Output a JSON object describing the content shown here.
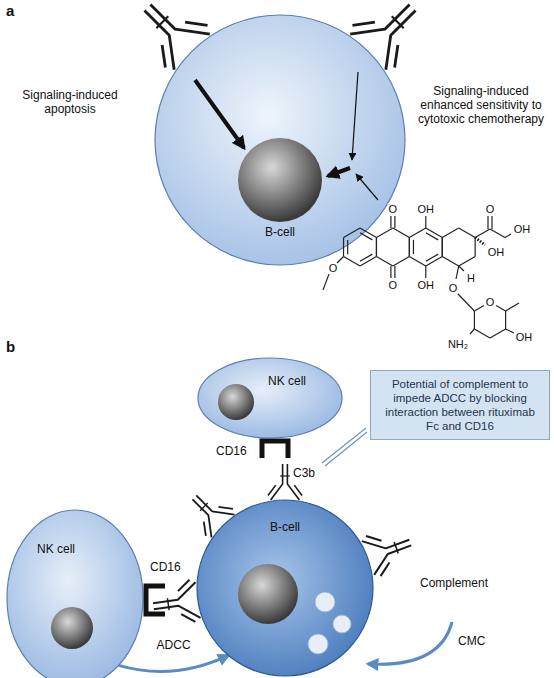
{
  "diagram": {
    "nodes": [
      {
        "text": [
          "B-cell"
        ]
      },
      {
        "text": [
          "NK cell"
        ]
      },
      {
        "text": [
          "Potential of complement to impede ADCC by blocking interaction between rituximab Fc and CD16"
        ]
      },
      {
        "text": [
          "B-cell"
        ]
      },
      {
        "text": [
          "NK cell"
        ]
      }
    ],
    "edges": [
      {
        "from": 4,
        "to": 3,
        "arrow": "to",
        "label": "ADCC"
      }
    ],
    "labels": [
      "a",
      "Signaling-induced apoptosis",
      "Signaling-induced enhanced sensitivity to cytotoxic chemotherapy",
      "O",
      "OH",
      "O",
      "OH",
      "O",
      "OH",
      "H",
      "O",
      "OH",
      "O",
      "O",
      "OH",
      "NH₂",
      "b",
      "CD16",
      "C3b",
      "CD16",
      "Complement",
      "CMC"
    ]
  }
}
